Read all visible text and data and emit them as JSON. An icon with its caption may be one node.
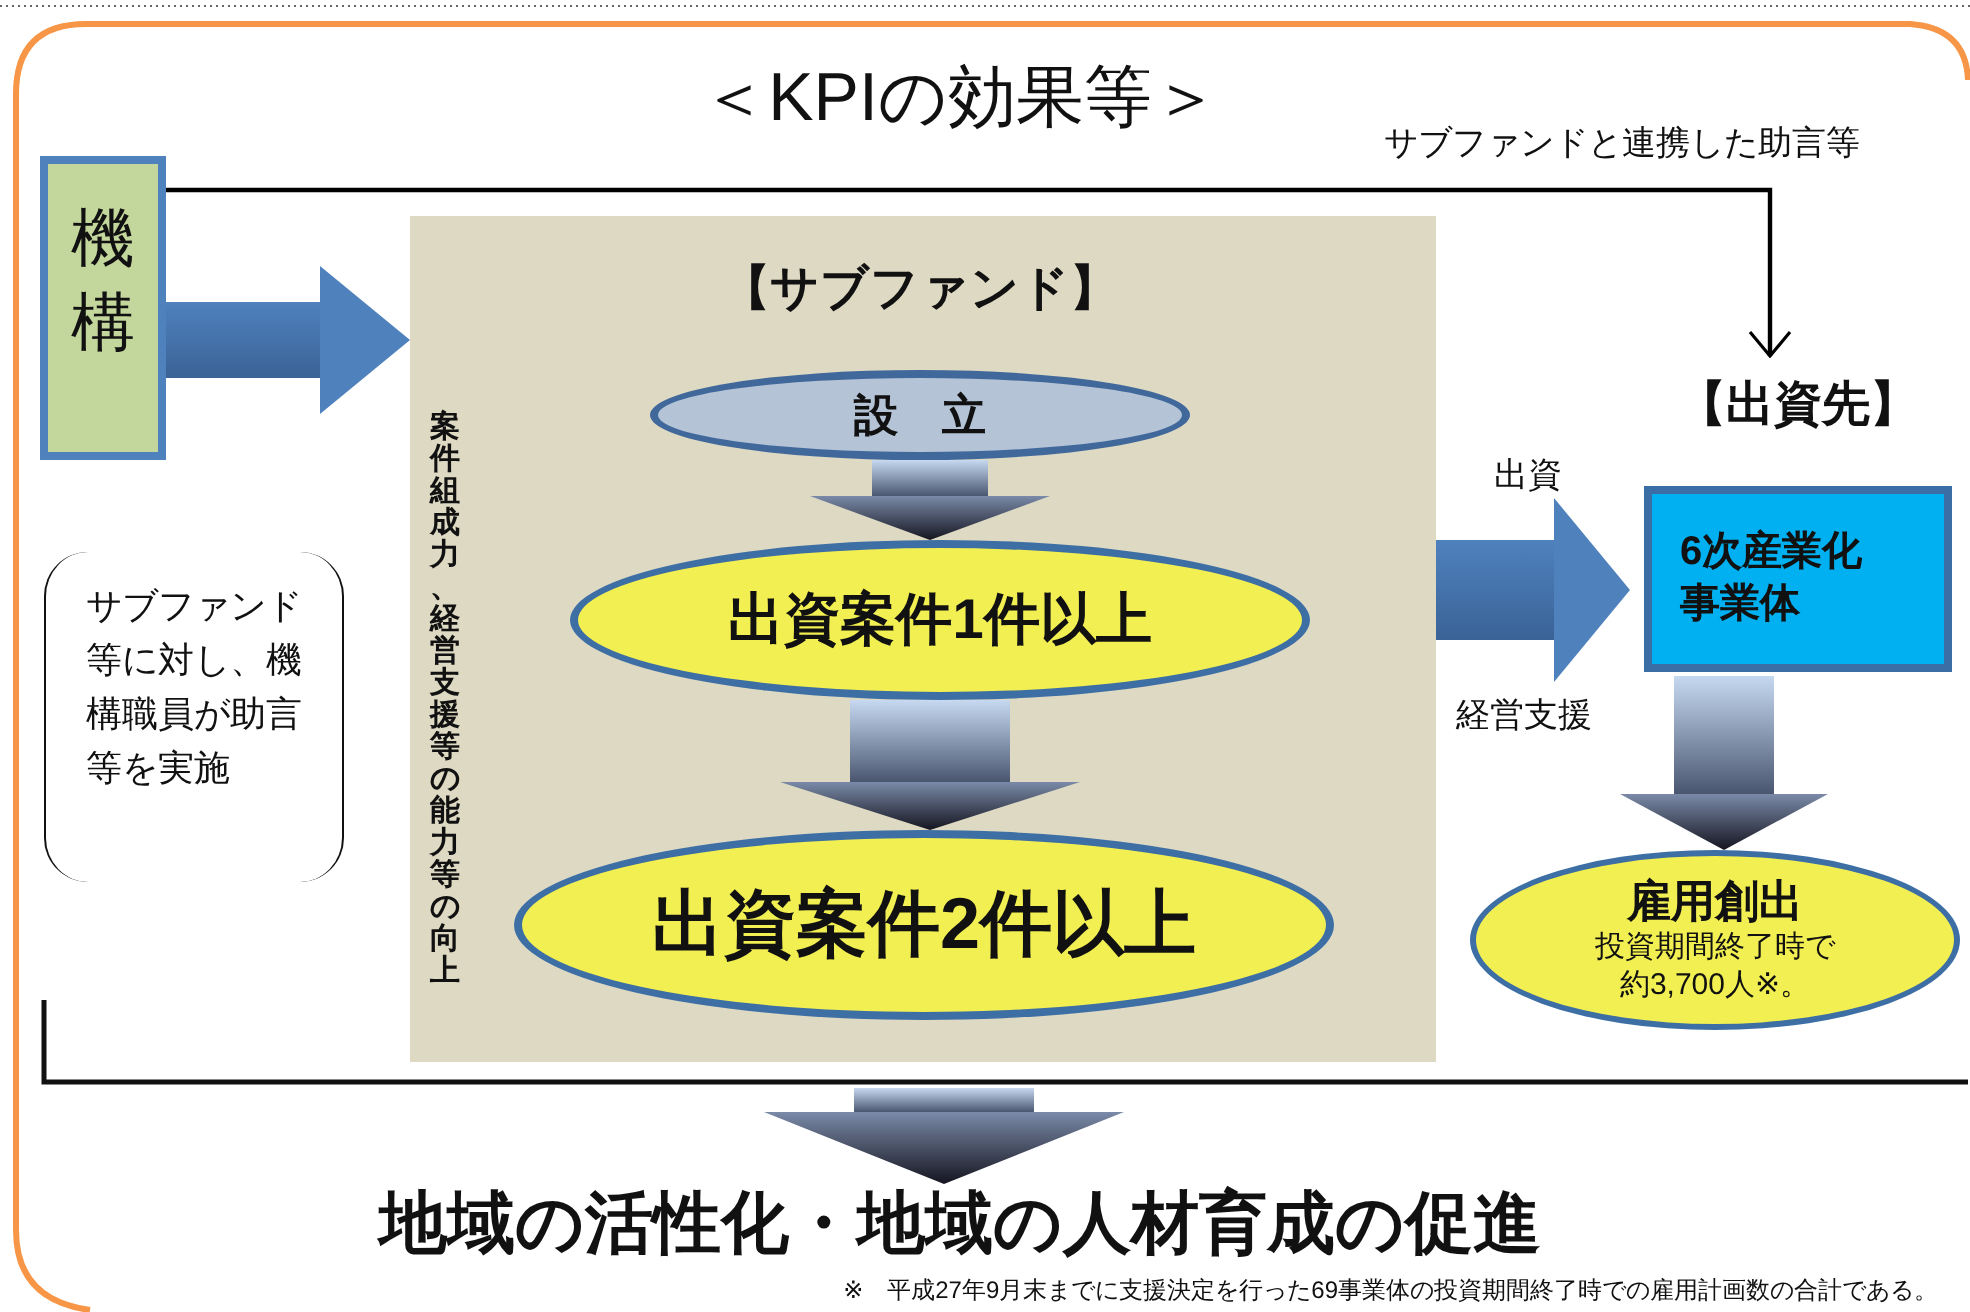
{
  "diagram": {
    "title": "＜KPIの効果等＞",
    "caption": "※　平成27年9月末までに支援決定を行った69事業体の投資期間終了時での雇用計画数の合計である。",
    "nodes": [
      {
        "text": [
          "機構"
        ]
      },
      {
        "text": [
          "【サブファンド】",
          "案件組成力、経営支援等の能力等の向上"
        ]
      },
      {
        "text": [
          "設　立"
        ],
        "in": 1
      },
      {
        "text": [
          "出資案件1件以上"
        ],
        "in": 1
      },
      {
        "text": [
          "出資案件2件以上"
        ],
        "in": 1
      },
      {
        "text": [
          "【出資先】",
          "6次産業化事業体"
        ]
      },
      {
        "text": [
          "雇用創出",
          "投資期間終了時で約3,700人※。"
        ]
      },
      {
        "text": [
          "地域の活性化・地域の人材育成の促進"
        ]
      },
      {
        "text": [
          "サブファンド等に対し、機構職員が助言等を実施"
        ]
      }
    ],
    "edges": [
      {
        "from": 0,
        "to": 1,
        "arrow": "to",
        "style": "thick",
        "color": "#4f81bd"
      },
      {
        "from": 2,
        "to": 3,
        "arrow": "to",
        "style": "thick"
      },
      {
        "from": 3,
        "to": 4,
        "arrow": "to",
        "style": "thick"
      },
      {
        "from": 1,
        "to": 5,
        "arrow": "to",
        "style": "thick",
        "color": "#4f81bd",
        "label": "出資"
      },
      {
        "from": 5,
        "to": 6,
        "arrow": "to",
        "style": "thick"
      },
      {
        "from": null,
        "to": 7,
        "arrow": "to",
        "style": "thick"
      },
      {
        "from": 0,
        "to": 5,
        "arrow": "to",
        "color": "#000000",
        "label": "サブファンドと連携した助言等"
      }
    ],
    "labels": [
      "経営支援"
    ]
  }
}
